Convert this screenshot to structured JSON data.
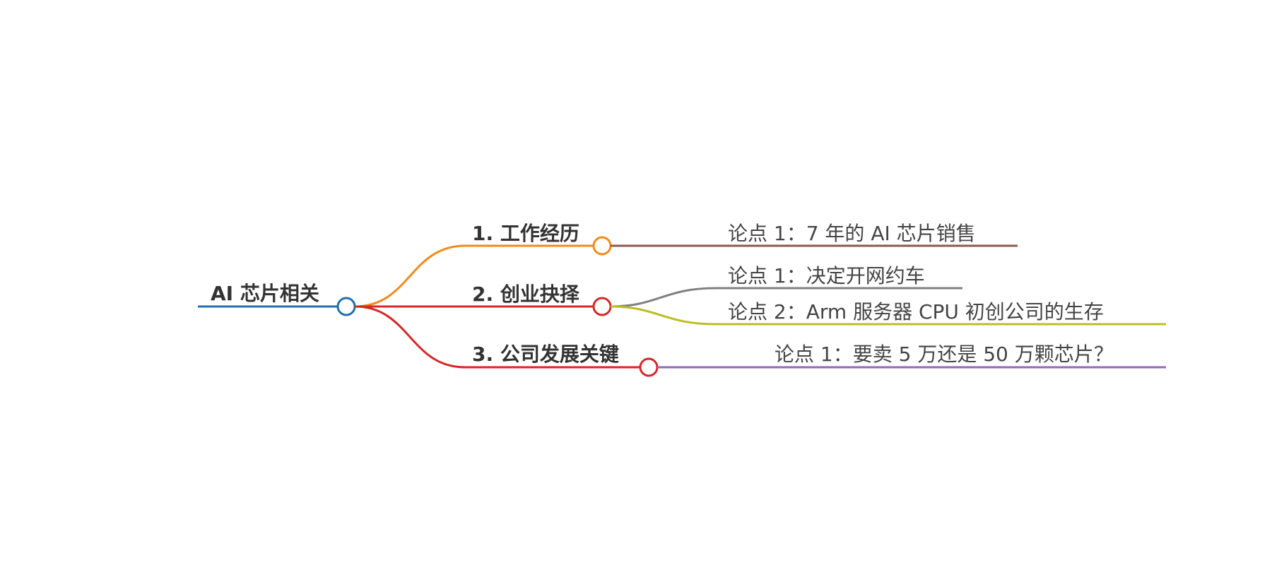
{
  "mindmap": {
    "root": {
      "label": "AI 芯片相关",
      "color": "#1f6fb2"
    },
    "branches": [
      {
        "label": "1. 工作经历",
        "color": "#f28a1c",
        "children": [
          {
            "label": "论点 1：7 年的 AI 芯片销售",
            "color": "#8c5a4e"
          }
        ]
      },
      {
        "label": "2. 创业抉择",
        "color": "#d62728",
        "children": [
          {
            "label": "论点 1：决定开网约车",
            "color": "#808080"
          },
          {
            "label": "论点 2：Arm 服务器 CPU 初创公司的生存",
            "color": "#bcbd22"
          }
        ]
      },
      {
        "label": "3. 公司发展关键",
        "color": "#d62728",
        "children": [
          {
            "label": "论点 1：要卖 5 万还是 50 万颗芯片？",
            "color": "#9467bd"
          }
        ]
      }
    ]
  }
}
